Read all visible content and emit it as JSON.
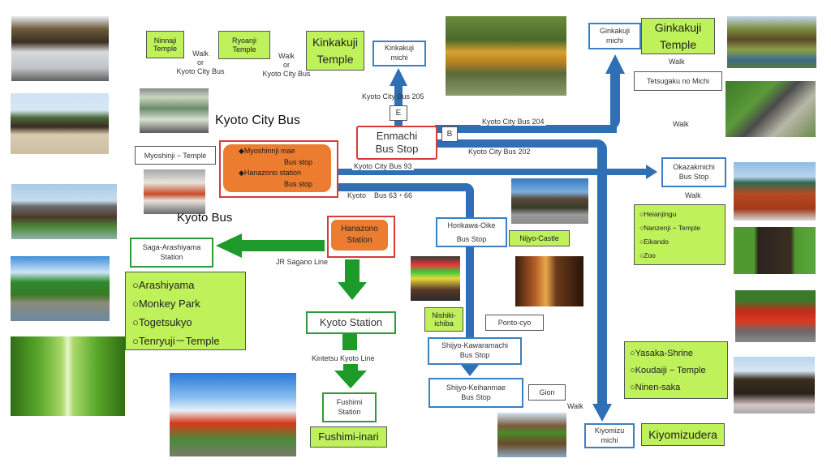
{
  "title": "Kyoto sightseeing access map",
  "operators": {
    "city_bus": "Kyoto City Bus",
    "kyoto_bus": "Kyoto Bus"
  },
  "hubs": {
    "enmachi": [
      "Enmachi",
      "Bus Stop"
    ],
    "hanazono_stops": {
      "line1": "◆Myoshinnji mae",
      "line2": "Bus stop",
      "line3": "◆Hanazono station",
      "line4": "Bus stop"
    },
    "hanazono_station": [
      "Hanazono",
      "Station"
    ],
    "stop_e": "E",
    "stop_b": "B"
  },
  "sights": {
    "ninnaji": [
      "Ninnaji",
      "Temple"
    ],
    "ryoanji": [
      "Ryoanji",
      "Temple"
    ],
    "kinkakuji": [
      "Kinkakuji",
      "Temple"
    ],
    "ginkakuji": [
      "Ginkakuji",
      "Temple"
    ],
    "nijyo": "Nijyo-Castle",
    "nishiki": [
      "Nishiki-",
      "ichiba"
    ],
    "kiyomizudera": "Kiyomizudera",
    "fushimi_inari": "Fushimi-inari",
    "myoshinji": "Myoshinji − Temple",
    "tetsugaku": "Tetsugaku no Michi",
    "ponto": "Ponto-cyo",
    "gion": "Gion"
  },
  "stops": {
    "kinkakuji_michi": [
      "Kinkakuji",
      "michi"
    ],
    "ginkakuji_michi": [
      "Ginkakuji",
      "michi"
    ],
    "okazakimichi": [
      "Okazakmichi",
      "Bus Stop"
    ],
    "horikawa": [
      "Horikawa-Oike",
      "Bus Stop"
    ],
    "shijo_kawaramachi": [
      "Shijyo-Kawaramachi",
      "Bus Stop"
    ],
    "shijo_keihanmae": [
      "Shijyo-Keihanmae",
      "Bus Stop"
    ],
    "kiyomizu_michi": [
      "Kiyomizu",
      "michi"
    ],
    "saga": [
      "Saga-Arashiyama",
      "Station"
    ],
    "kyoto_station": "Kyoto Station",
    "fushimi_station": [
      "Fushimi",
      "Station"
    ]
  },
  "lists": {
    "arashiyama": [
      "○Arashiyama",
      "○Monkey Park",
      "○Togetsukyo",
      "○Tenryuji－Temple"
    ],
    "okazaki": [
      "○Heianjingu",
      "○Nanzenji − Temple",
      "○Eikando",
      "○Zoo"
    ],
    "higashiyama": [
      "○Yasaka-Shrine",
      "○Koudaiji − Temple",
      "○Ninen-saka"
    ]
  },
  "routes": {
    "walk_or_bus": [
      "Walk",
      "or",
      "Kyoto City Bus"
    ],
    "bus205": "Kyoto City Bus 205",
    "bus204": "Kyoto City Bus 204",
    "bus202": "Kyoto City Bus 202",
    "bus93": "Kyoto City Bus 93",
    "bus63": "Kyoto    Bus 63・66",
    "jr_sagano": "JR Sagano Line",
    "kintetsu": "Kintetsu Kyoto Line",
    "walk": "Walk"
  },
  "colors": {
    "bus_route": "#2f6fb5",
    "rail_route": "#1d9a2a",
    "sight_fill": "#bff15b",
    "hub_fill": "#ec7c30",
    "hub_border": "#d93a3a"
  }
}
